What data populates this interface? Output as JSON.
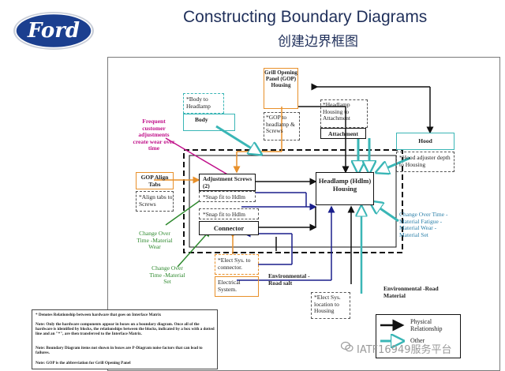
{
  "header": {
    "title": "Constructing Boundary Diagrams",
    "subtitle": "创建边界框图",
    "logo_text": "Ford"
  },
  "diagram": {
    "grill_panel": "Grill Opening Panel (GOP) Housing",
    "body_note": "*Body to Headlamp",
    "body": "Body",
    "headlamp_housing_note": "*Headlamp Housing to Attachment",
    "gop_note": "*GOP to headlamp & Screws",
    "attachment": "Attachment",
    "hood": "Hood",
    "hood_note": "*Hood adjuster depth to Housing",
    "frequent_note": "Frequent customer adjustments create wear over time",
    "gop_align_tabs": "GOP Align Tabs",
    "align_note": "*Align tabs to Screws",
    "adjustment_screws": "Adjustment Screws (2)",
    "snap_fit_1": "*Snap fit to Hdlm",
    "snap_fit_2": "*Snap fit to Hdlm",
    "connector": "Connector",
    "headlamp": "Headlamp (Hdlm) Housing",
    "change_right": "Change Over Time -Material Fatigue -Material Wear -Material Set",
    "change_left_1": "Change Over Time -Material Wear",
    "change_left_2": "Change Over Time -Material Set",
    "elect_connector": "*Elect Sys. to connector.",
    "electrical_system": "Electrical System.",
    "env_road_salt": "Environmental -Road salt",
    "elect_housing": "*Elect Sys. location to Housing",
    "env_road_material": "Environmental -Road Material"
  },
  "notes": [
    "* Denotes Relationship between hardware that goes on Interface Matrix",
    "Note: Only the hardware components appear in boxes on a boundary diagram. Once all of the hardware is identified by blocks, the relationships between the blocks, indicated by a box with a dotted line and an \"*\", are then transferred to the Interface Matrix.",
    "Note: Boundary Diagram items not shown in boxes are P-Diagram noise factors that can lead to failures.",
    "Note: GOP is the abbreviation for Grill Opening Panel"
  ],
  "legend": {
    "physical": "Physical Relationship",
    "other": "Other"
  },
  "watermark": "IATF16949服务平台",
  "colors": {
    "orange": "#e8902a",
    "teal": "#3ab6b6",
    "navy": "#1a1f8c",
    "green": "#2f8a2f",
    "magenta": "#c0118a",
    "title": "#1f2f5a"
  }
}
